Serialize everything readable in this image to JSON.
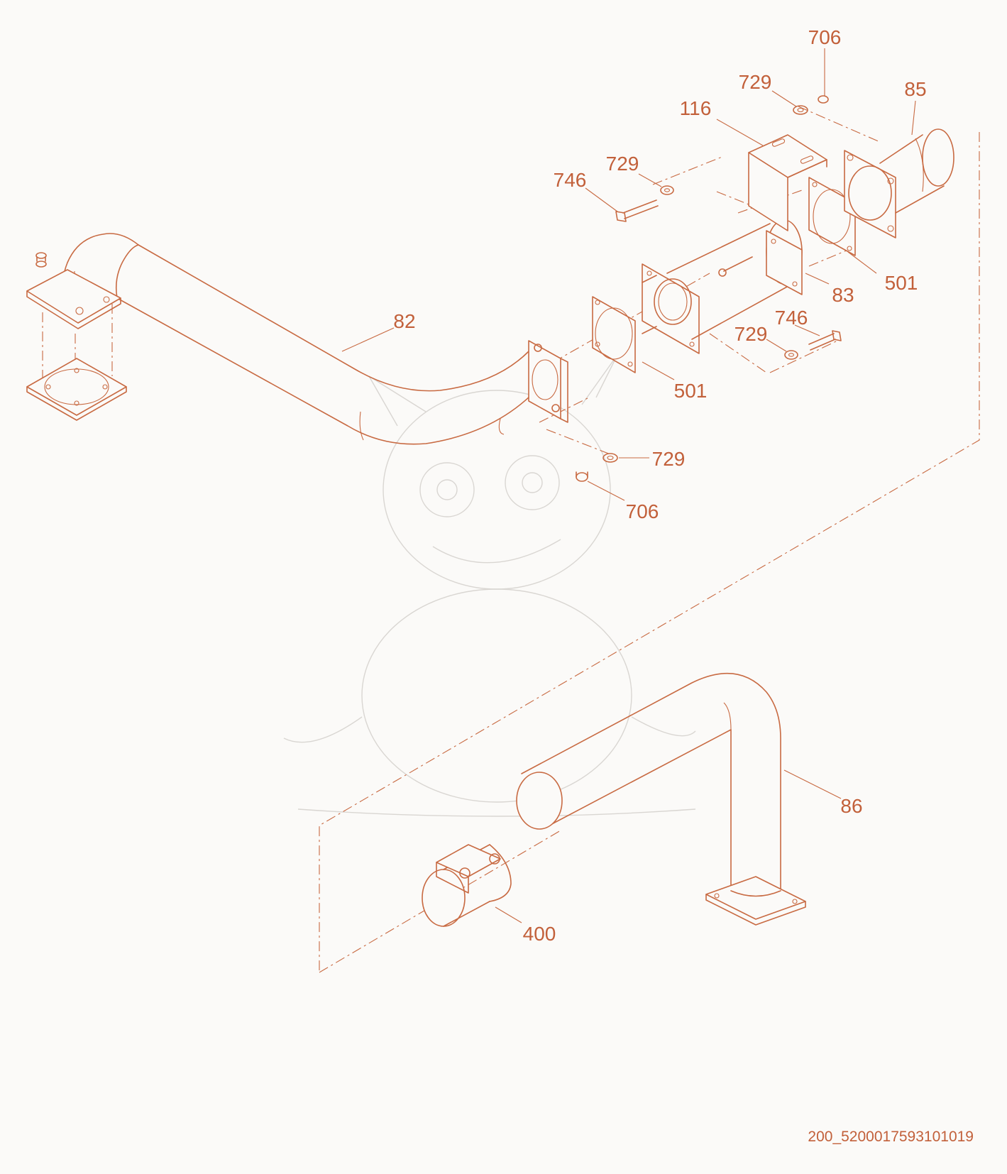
{
  "diagram": {
    "colors": {
      "line": "#c86a42",
      "text": "#c2603a",
      "background": "#fbfaf8",
      "watermark": "#d9d6d2"
    },
    "callouts": {
      "c706_top": "706",
      "c729_top": "729",
      "c85": "85",
      "c116": "116",
      "c729_mid": "729",
      "c746_mid": "746",
      "c82": "82",
      "c83": "83",
      "c501_right": "501",
      "c746_right": "746",
      "c729_right": "729",
      "c501_mid": "501",
      "c729_low": "729",
      "c706_low": "706",
      "c86": "86",
      "c400": "400"
    },
    "document_id": "200_5200017593101019"
  }
}
